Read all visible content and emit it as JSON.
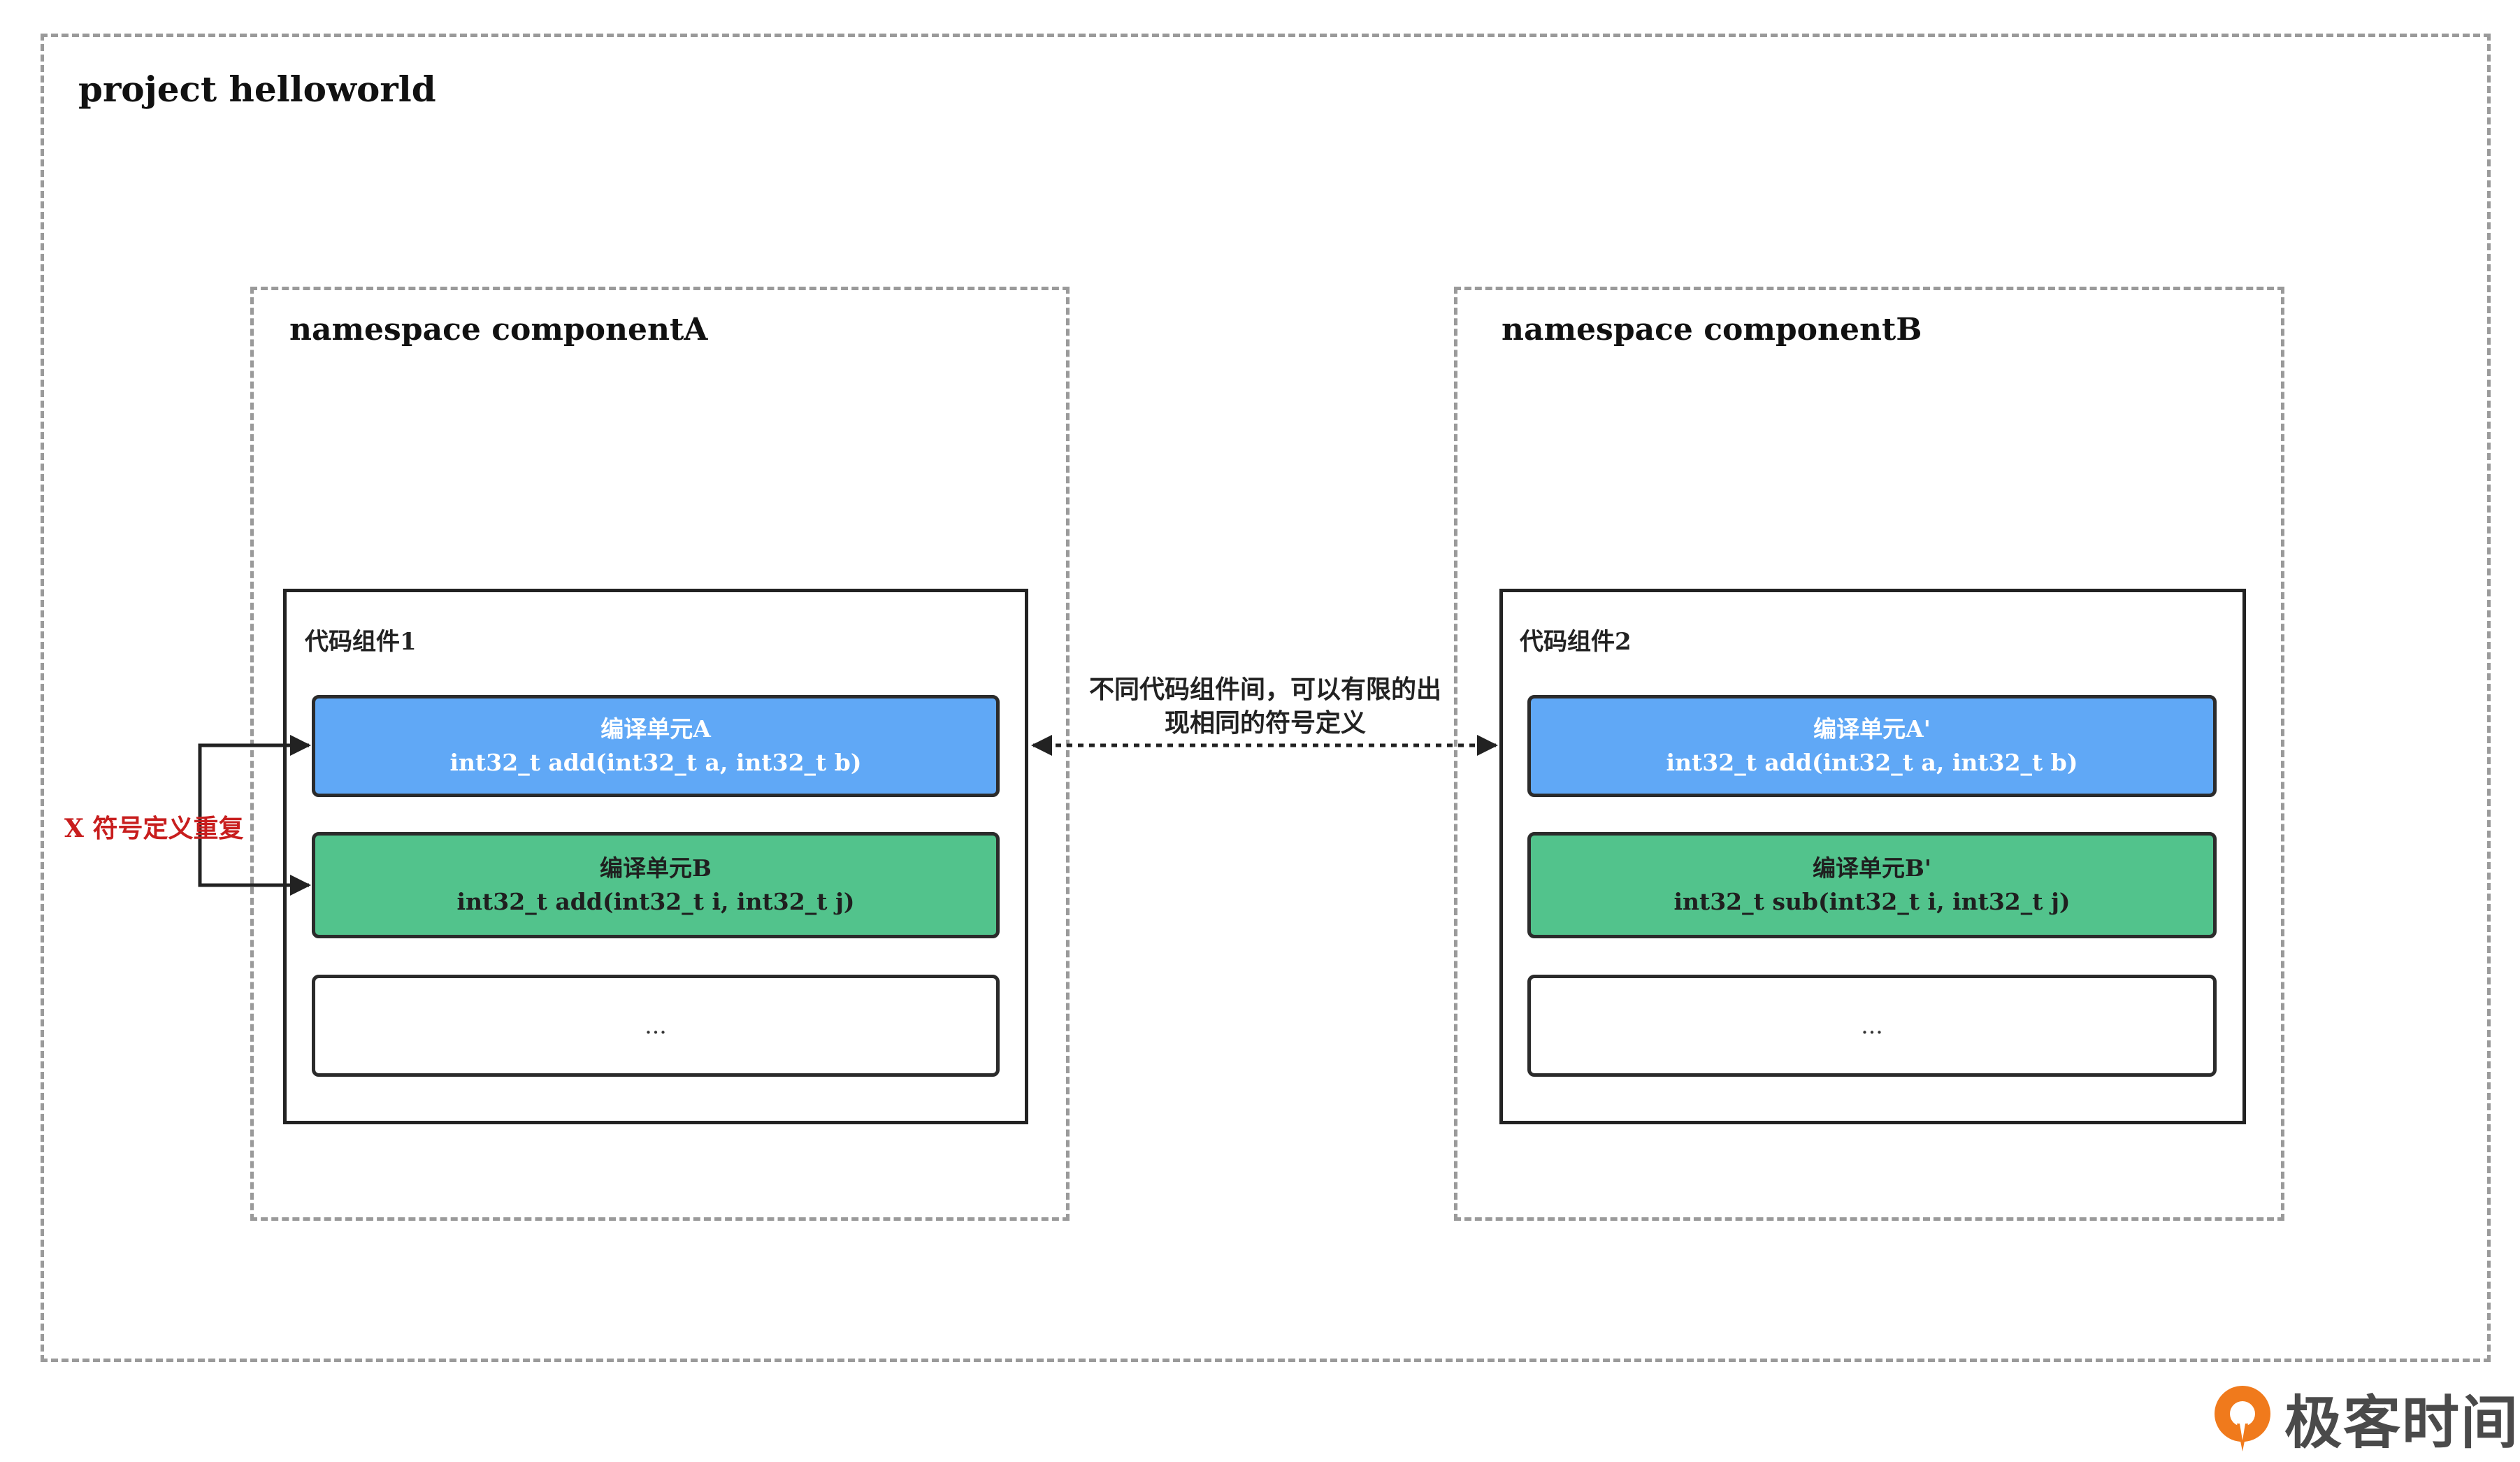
{
  "project": {
    "title": "project helloworld"
  },
  "namespaces": [
    {
      "title": "namespace componentA",
      "component": {
        "label": "代码组件1",
        "units": [
          {
            "name": "编译单元A",
            "code": "int32_t add(int32_t a, int32_t b)"
          },
          {
            "name": "编译单元B",
            "code": "int32_t add(int32_t i, int32_t j)"
          },
          {
            "name": "",
            "code": "..."
          }
        ]
      }
    },
    {
      "title": "namespace componentB",
      "component": {
        "label": "代码组件2",
        "units": [
          {
            "name": "编译单元A'",
            "code": "int32_t add(int32_t a, int32_t b)"
          },
          {
            "name": "编译单元B'",
            "code": "int32_t sub(int32_t i, int32_t j)"
          },
          {
            "name": "",
            "code": "..."
          }
        ]
      }
    }
  ],
  "annotations": {
    "between_components_line1": "不同代码组件间，可以有限的出",
    "between_components_line2": "现相同的符号定义",
    "duplicate_symbol": "X 符号定义重复"
  },
  "logo": {
    "text": "极客时间"
  },
  "colors": {
    "unit_blue": "#60a8f6",
    "unit_green": "#52c38c",
    "duplicate_red": "#c81e1e",
    "logo_orange": "#f07a1c"
  }
}
